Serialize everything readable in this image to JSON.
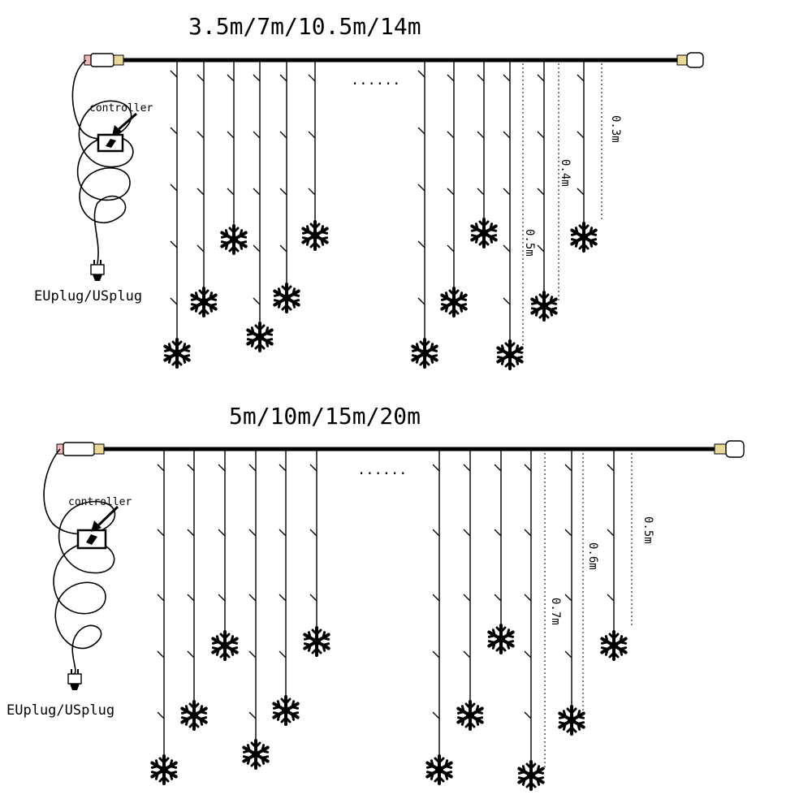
{
  "diagrams": [
    {
      "title": "3.5m/7m/10.5m/14m",
      "controller_label": "controller",
      "plug_label": "EUplug/USplug",
      "ellipsis": "......",
      "drop_lengths": [
        "0.5m",
        "0.4m",
        "0.3m"
      ]
    },
    {
      "title": "5m/10m/15m/20m",
      "controller_label": "controller",
      "plug_label": "EUplug/USplug",
      "ellipsis": "......",
      "drop_lengths": [
        "0.7m",
        "0.6m",
        "0.5m"
      ]
    }
  ]
}
